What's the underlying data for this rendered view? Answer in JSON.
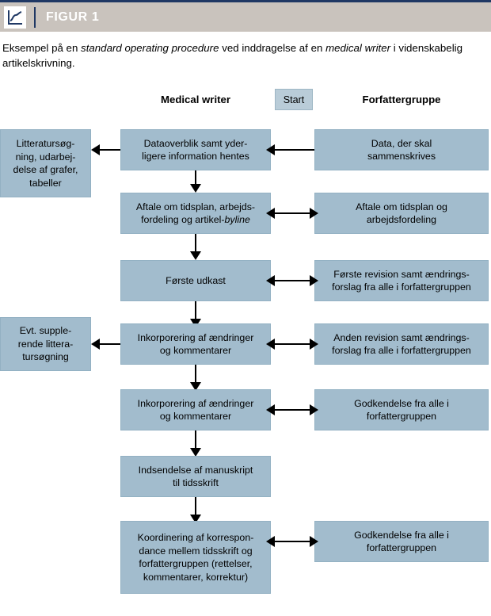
{
  "header": {
    "title": "FIGUR 1",
    "icon": "line-chart-icon",
    "bar_color": "#c9c3bd",
    "accent_color": "#1f3864"
  },
  "caption": {
    "part1": "Eksempel på en ",
    "em1": "standard operating procedure",
    "part2": " ved inddragelse af en ",
    "em2": "medical writer",
    "part3": " i videnskabelig artikelskrivning."
  },
  "columns": {
    "center_header": "Medical writer",
    "right_header": "Forfattergruppe",
    "start_label": "Start"
  },
  "colors": {
    "node_fill": "#a2bccd",
    "node_border": "#93b1c3",
    "start_fill": "#b9ccd8",
    "connector": "#000000"
  },
  "nodes": {
    "left": [
      {
        "id": "left-1",
        "text": "Litteratursøg-\nning, udarbej-\ndelse af grafer,\ntabeller"
      },
      {
        "id": "left-2",
        "text": "Evt. supple-\nrende littera-\ntursøgning"
      }
    ],
    "center": [
      {
        "id": "center-1",
        "text": "Dataoverblik samt yder-\nligere information hentes"
      },
      {
        "id": "center-2",
        "text": "Aftale om tidsplan, arbejds-\nfordeling og artikel-",
        "em": "byline"
      },
      {
        "id": "center-3",
        "text": "Første udkast"
      },
      {
        "id": "center-4",
        "text": "Inkorporering af ændringer\nog kommentarer"
      },
      {
        "id": "center-5",
        "text": "Inkorporering af ændringer\nog kommentarer"
      },
      {
        "id": "center-6",
        "text": "Indsendelse af manuskript\ntil tidsskrift"
      },
      {
        "id": "center-7",
        "text": "Koordinering af korrespon-\ndance mellem tidsskrift og\nforfattergruppen (rettelser,\nkommentarer, korrektur)"
      }
    ],
    "right": [
      {
        "id": "right-1",
        "text": "Data, der skal\nsammenskrives"
      },
      {
        "id": "right-2",
        "text": "Aftale om tidsplan og\narbejdsfordeling"
      },
      {
        "id": "right-3",
        "text": "Første revision samt ændrings-\nforslag fra alle i forfattergruppen"
      },
      {
        "id": "right-4",
        "text": "Anden revision samt ændrings-\nforslag fra alle i forfattergruppen"
      },
      {
        "id": "right-5",
        "text": "Godkendelse fra alle i\nforfattergruppen"
      },
      {
        "id": "right-6",
        "text": "Godkendelse fra alle i\nforfattergruppen"
      }
    ]
  }
}
